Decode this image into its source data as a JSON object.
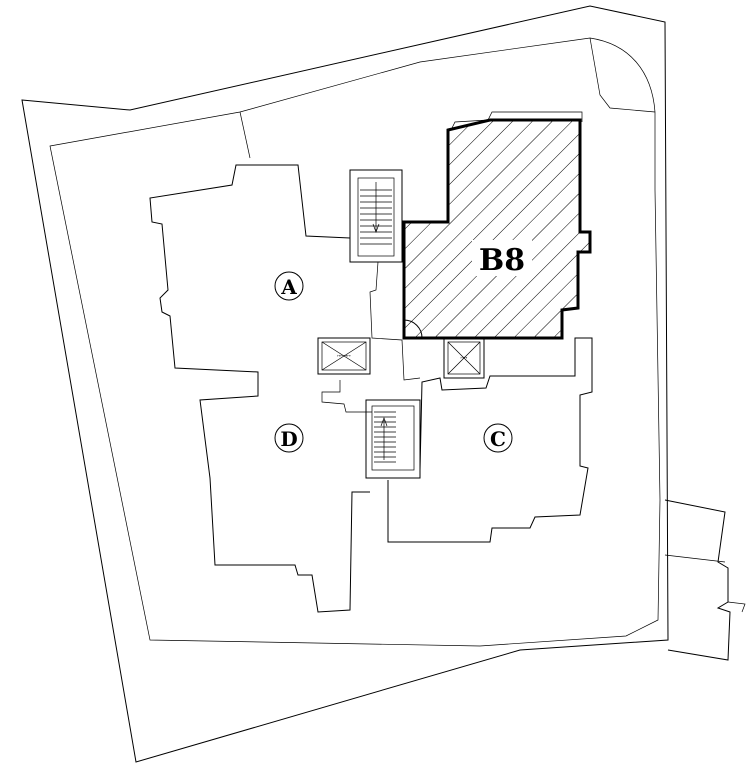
{
  "plan": {
    "highlight_unit": "B8",
    "block_labels": {
      "a": "A",
      "c": "C",
      "d": "D"
    },
    "lift_labels": {
      "west": "↦↦↦↦",
      "east": "↦↦"
    },
    "colors": {
      "line": "#000000",
      "background": "#ffffff"
    }
  }
}
